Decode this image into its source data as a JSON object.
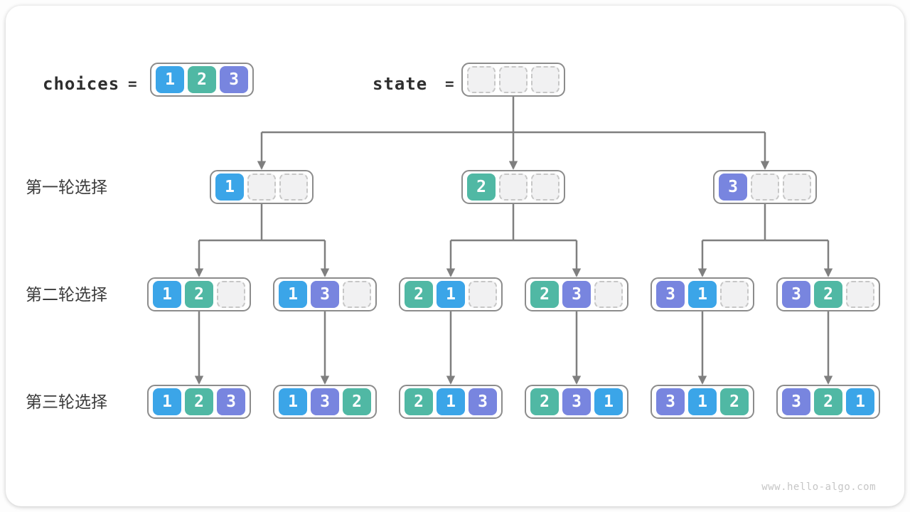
{
  "header": {
    "choices_label": "choices",
    "state_label": "state",
    "equals": "=",
    "choices_values": [
      1,
      2,
      3
    ],
    "state_values": [
      null,
      null,
      null
    ]
  },
  "rows": [
    {
      "label": "第一轮选择",
      "boxes": [
        [
          1,
          null,
          null
        ],
        [
          2,
          null,
          null
        ],
        [
          3,
          null,
          null
        ]
      ]
    },
    {
      "label": "第二轮选择",
      "boxes": [
        [
          1,
          2,
          null
        ],
        [
          1,
          3,
          null
        ],
        [
          2,
          1,
          null
        ],
        [
          2,
          3,
          null
        ],
        [
          3,
          1,
          null
        ],
        [
          3,
          2,
          null
        ]
      ]
    },
    {
      "label": "第三轮选择",
      "boxes": [
        [
          1,
          2,
          3
        ],
        [
          1,
          3,
          2
        ],
        [
          2,
          1,
          3
        ],
        [
          2,
          3,
          1
        ],
        [
          3,
          1,
          2
        ],
        [
          3,
          2,
          1
        ]
      ]
    }
  ],
  "footer": {
    "watermark": "www.hello-algo.com"
  },
  "colors": {
    "value_1": "#3ba5e8",
    "value_2": "#50b8a4",
    "value_3": "#7885df",
    "empty_fill": "#f1f1f2",
    "empty_border": "#c7c7c7",
    "box_border": "#8c8c8c",
    "arrow": "#7f7f7f"
  }
}
